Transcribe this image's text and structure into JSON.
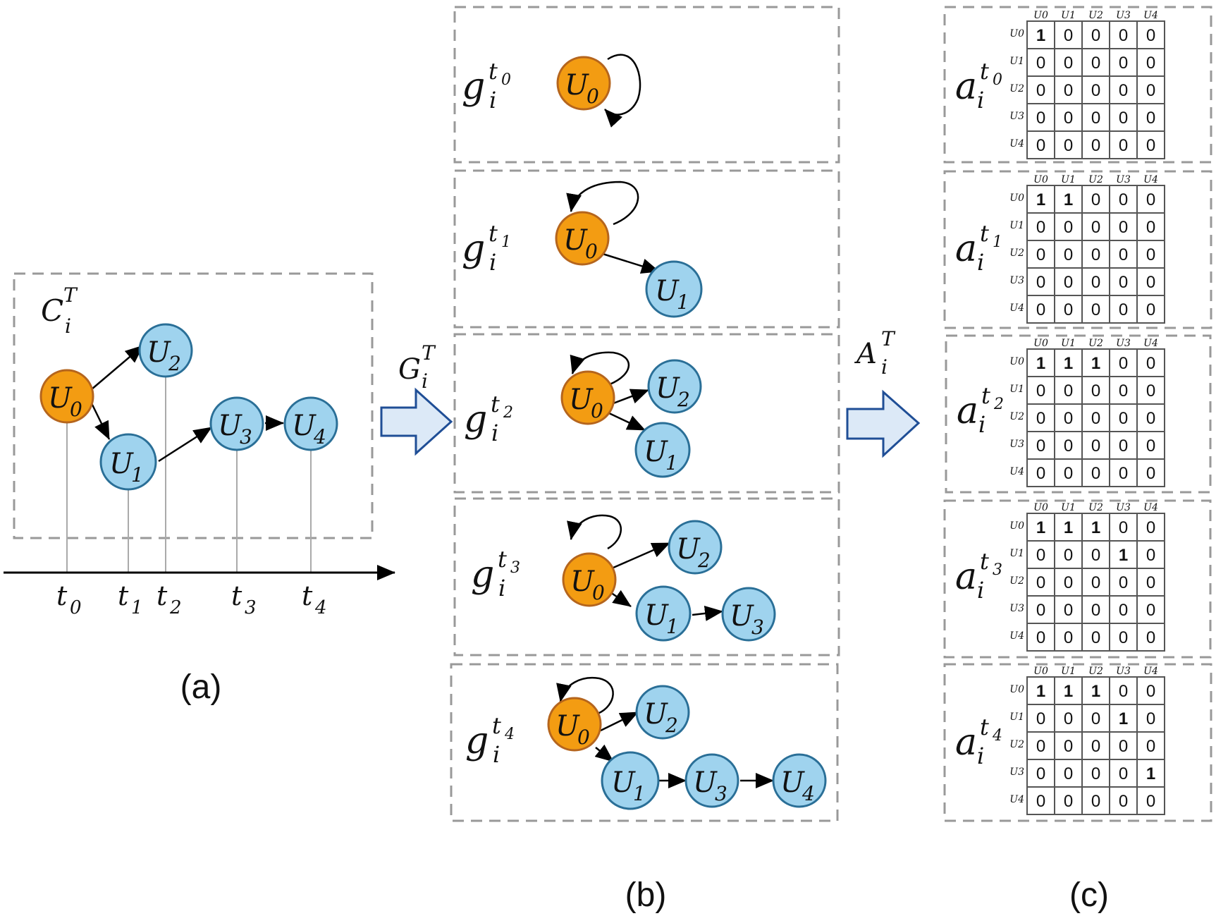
{
  "panel_a": {
    "caption": "(a)",
    "box_label": {
      "base": "C",
      "sup": "T",
      "sub": "i"
    },
    "nodes": [
      {
        "base": "U",
        "sub": "0"
      },
      {
        "base": "U",
        "sub": "1"
      },
      {
        "base": "U",
        "sub": "2"
      },
      {
        "base": "U",
        "sub": "3"
      },
      {
        "base": "U",
        "sub": "4"
      }
    ],
    "time_ticks": [
      {
        "base": "t",
        "sub": "0"
      },
      {
        "base": "t",
        "sub": "1"
      },
      {
        "base": "t",
        "sub": "2"
      },
      {
        "base": "t",
        "sub": "3"
      },
      {
        "base": "t",
        "sub": "4"
      }
    ]
  },
  "arrow_g": {
    "base": "G",
    "sup": "T",
    "sub": "i"
  },
  "arrow_a": {
    "base": "A",
    "sup": "T",
    "sub": "i"
  },
  "panel_b": {
    "caption": "(b)",
    "graphs": [
      {
        "base": "g",
        "sup_base": "t",
        "sup_sub": "0",
        "sub": "i"
      },
      {
        "base": "g",
        "sup_base": "t",
        "sup_sub": "1",
        "sub": "i"
      },
      {
        "base": "g",
        "sup_base": "t",
        "sup_sub": "2",
        "sub": "i"
      },
      {
        "base": "g",
        "sup_base": "t",
        "sup_sub": "3",
        "sub": "i"
      },
      {
        "base": "g",
        "sup_base": "t",
        "sup_sub": "4",
        "sub": "i"
      }
    ]
  },
  "panel_c": {
    "caption": "(c)",
    "header_labels": [
      "U0",
      "U1",
      "U2",
      "U3",
      "U4"
    ],
    "matrices": [
      {
        "label": {
          "base": "a",
          "sup_base": "t",
          "sup_sub": "0",
          "sub": "i"
        },
        "rows": [
          [
            "1",
            "0",
            "0",
            "0",
            "0"
          ],
          [
            "0",
            "0",
            "0",
            "0",
            "0"
          ],
          [
            "0",
            "0",
            "0",
            "0",
            "0"
          ],
          [
            "0",
            "0",
            "0",
            "0",
            "0"
          ],
          [
            "0",
            "0",
            "0",
            "0",
            "0"
          ]
        ]
      },
      {
        "label": {
          "base": "a",
          "sup_base": "t",
          "sup_sub": "1",
          "sub": "i"
        },
        "rows": [
          [
            "1",
            "1",
            "0",
            "0",
            "0"
          ],
          [
            "0",
            "0",
            "0",
            "0",
            "0"
          ],
          [
            "0",
            "0",
            "0",
            "0",
            "0"
          ],
          [
            "0",
            "0",
            "0",
            "0",
            "0"
          ],
          [
            "0",
            "0",
            "0",
            "0",
            "0"
          ]
        ]
      },
      {
        "label": {
          "base": "a",
          "sup_base": "t",
          "sup_sub": "2",
          "sub": "i"
        },
        "rows": [
          [
            "1",
            "1",
            "1",
            "0",
            "0"
          ],
          [
            "0",
            "0",
            "0",
            "0",
            "0"
          ],
          [
            "0",
            "0",
            "0",
            "0",
            "0"
          ],
          [
            "0",
            "0",
            "0",
            "0",
            "0"
          ],
          [
            "0",
            "0",
            "0",
            "0",
            "0"
          ]
        ]
      },
      {
        "label": {
          "base": "a",
          "sup_base": "t",
          "sup_sub": "3",
          "sub": "i"
        },
        "rows": [
          [
            "1",
            "1",
            "1",
            "0",
            "0"
          ],
          [
            "0",
            "0",
            "0",
            "1",
            "0"
          ],
          [
            "0",
            "0",
            "0",
            "0",
            "0"
          ],
          [
            "0",
            "0",
            "0",
            "0",
            "0"
          ],
          [
            "0",
            "0",
            "0",
            "0",
            "0"
          ]
        ]
      },
      {
        "label": {
          "base": "a",
          "sup_base": "t",
          "sup_sub": "4",
          "sub": "i"
        },
        "rows": [
          [
            "1",
            "1",
            "1",
            "0",
            "0"
          ],
          [
            "0",
            "0",
            "0",
            "1",
            "0"
          ],
          [
            "0",
            "0",
            "0",
            "0",
            "0"
          ],
          [
            "0",
            "0",
            "0",
            "0",
            "1"
          ],
          [
            "0",
            "0",
            "0",
            "0",
            "0"
          ]
        ]
      }
    ]
  },
  "colors": {
    "root_node": "#f39c12",
    "root_stroke": "#b5651d",
    "node": "#9fd3ee",
    "node_stroke": "#2a6f97",
    "box_stroke": "#999999",
    "arrow_fill": "#dce9f7",
    "arrow_stroke": "#1f4e96"
  }
}
